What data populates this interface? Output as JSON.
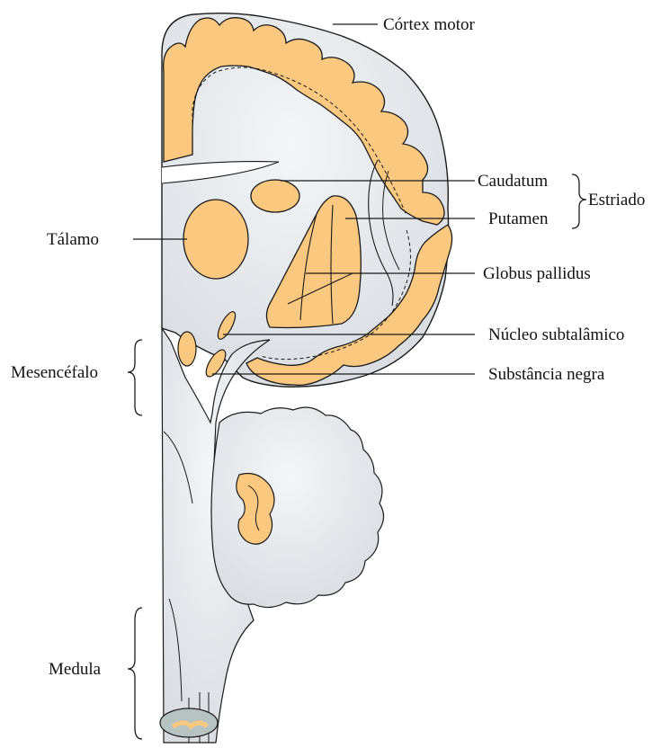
{
  "labels": {
    "cortex_motor": "Córtex motor",
    "caudatum": "Caudatum",
    "putamen": "Putamen",
    "estriado": "Estriado",
    "talamo": "Tálamo",
    "globus_pallidus": "Globus pallidus",
    "nucleo_subtalamico": "Núcleo subtalâmico",
    "mesencefalo": "Mesencéfalo",
    "substancia_negra": "Substância negra",
    "medula": "Medula"
  },
  "colors": {
    "gray_matter": "#fbc87f",
    "white_matter": "#e4e7ea",
    "outline": "#1a1a1a"
  }
}
